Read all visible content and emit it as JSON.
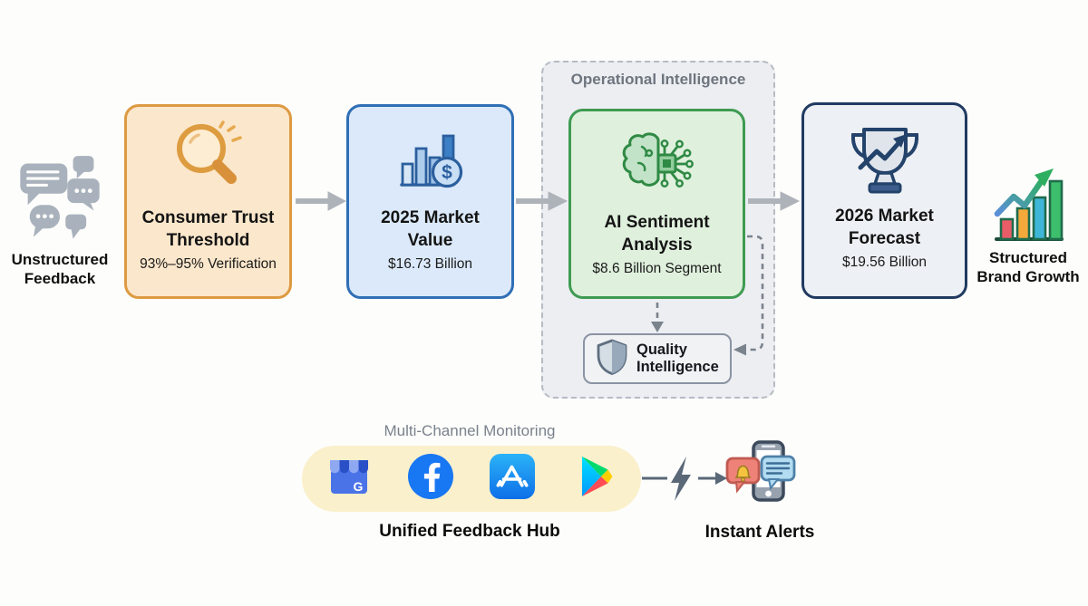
{
  "canvas": {
    "bg": "#FDFDFB"
  },
  "flow": {
    "input_label": "Unstructured Feedback",
    "output_label": "Structured Brand Growth",
    "container_label": "Operational Intelligence",
    "boxes": [
      {
        "title": "Consumer Trust Threshold",
        "subtitle": "93%–95% Verification",
        "icon": "magnifier-icon",
        "border_color": "#DD9A42",
        "fill_color": "#FBE7CB"
      },
      {
        "title": "2025 Market Value",
        "subtitle": "$16.73 Billion",
        "icon": "bar-chart-dollar-icon",
        "border_color": "#2F6FB5",
        "fill_color": "#DBE9FA"
      },
      {
        "title": "AI Sentiment Analysis",
        "subtitle": "$8.6 Billion Segment",
        "icon": "brain-circuit-icon",
        "border_color": "#3F9B52",
        "fill_color": "#DFF0DD"
      },
      {
        "title": "2026 Market Forecast",
        "subtitle": "$19.56 Billion",
        "icon": "trophy-growth-icon",
        "border_color": "#203A61",
        "fill_color": "#EDF0F4"
      }
    ],
    "quality_label": "Quality Intelligence"
  },
  "bottom": {
    "monitoring_label": "Multi-Channel Monitoring",
    "hub_label": "Unified Feedback Hub",
    "alerts_label": "Instant Alerts",
    "channel_icons": [
      "google-business-icon",
      "facebook-icon",
      "app-store-icon",
      "google-play-icon"
    ]
  },
  "glyphs": {
    "dollar_sign": "$",
    "google_g": "G"
  },
  "colors": {
    "arrow_gray": "#AEB3BA",
    "dashed_connector": "#7A828C",
    "chat_bubble_gray": "#A9B2BC",
    "pill_fill": "#FAF0CB",
    "muted_label": "#7A828C",
    "lightning": "#5A6878"
  }
}
